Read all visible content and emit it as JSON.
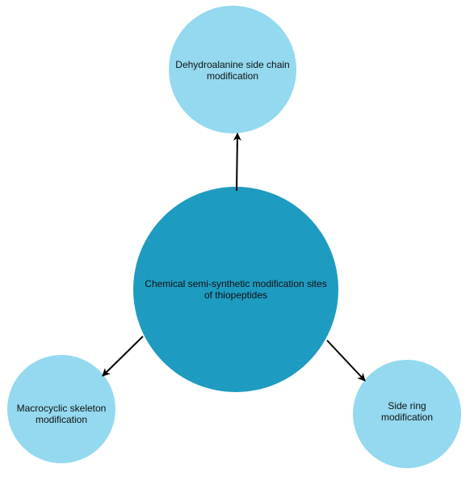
{
  "diagram": {
    "colors": {
      "center_fill": "#1e9bc0",
      "leaf_fill": "#94d9ef",
      "arrow": "#000000",
      "text": "#111111"
    },
    "center": {
      "label": "Chemical semi-synthetic modification sites\nof thiopeptides"
    },
    "nodes": [
      {
        "id": "top",
        "label": "Dehydroalanine side chain\nmodification"
      },
      {
        "id": "bottom-left",
        "label": "Macrocyclic skeleton\nmodification"
      },
      {
        "id": "bottom-right",
        "label": "Side ring\nmodification"
      }
    ]
  }
}
